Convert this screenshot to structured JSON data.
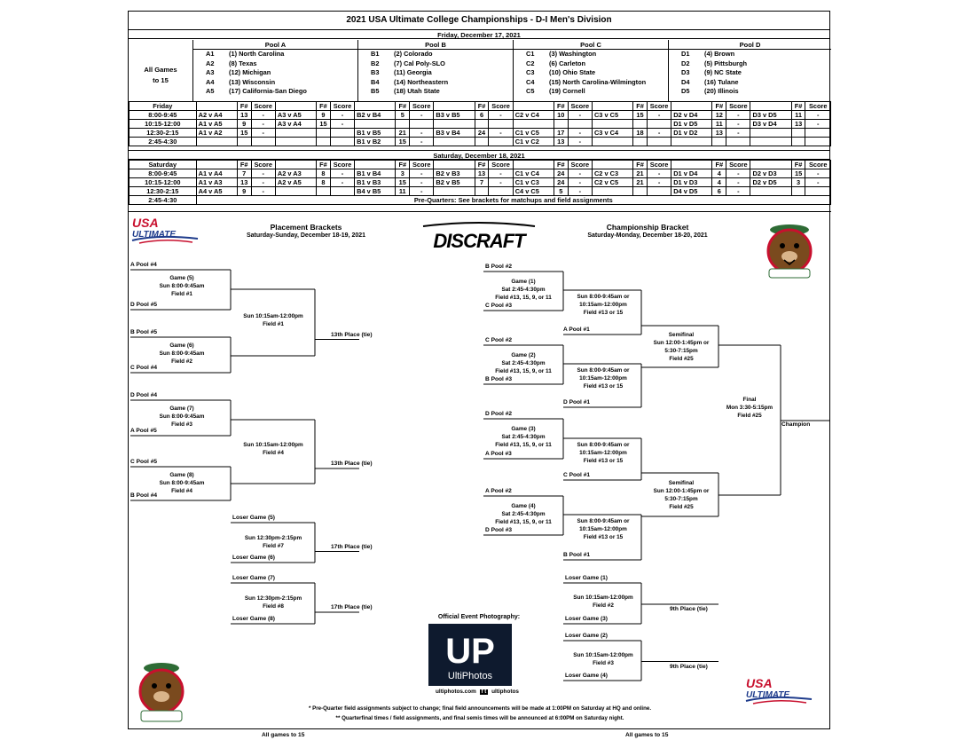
{
  "title": "2021 USA Ultimate College Championships - D-I Men's Division",
  "friday_band": "Friday, December 17, 2021",
  "saturday_band": "Saturday, December 18, 2021",
  "all_games_label": [
    "All Games",
    "to 15"
  ],
  "pools": [
    {
      "name": "Pool A",
      "teams": [
        [
          "A1",
          "(1) North Carolina"
        ],
        [
          "A2",
          "(8) Texas"
        ],
        [
          "A3",
          "(12) Michigan"
        ],
        [
          "A4",
          "(13) Wisconsin"
        ],
        [
          "A5",
          "(17) California-San Diego"
        ]
      ]
    },
    {
      "name": "Pool B",
      "teams": [
        [
          "B1",
          "(2) Colorado"
        ],
        [
          "B2",
          "(7) Cal Poly-SLO"
        ],
        [
          "B3",
          "(11) Georgia"
        ],
        [
          "B4",
          "(14) Northeastern"
        ],
        [
          "B5",
          "(18) Utah State"
        ]
      ]
    },
    {
      "name": "Pool C",
      "teams": [
        [
          "C1",
          "(3) Washington"
        ],
        [
          "C2",
          "(6) Carleton"
        ],
        [
          "C3",
          "(10) Ohio State"
        ],
        [
          "C4",
          "(15) North Carolina-Wilmington"
        ],
        [
          "C5",
          "(19) Cornell"
        ]
      ]
    },
    {
      "name": "Pool D",
      "teams": [
        [
          "D1",
          "(4) Brown"
        ],
        [
          "D2",
          "(5) Pittsburgh"
        ],
        [
          "D3",
          "(9) NC State"
        ],
        [
          "D4",
          "(16) Tulane"
        ],
        [
          "D5",
          "(20) Illinois"
        ]
      ]
    }
  ],
  "friday_header": [
    "Friday",
    "",
    "F#",
    "Score",
    "",
    "F#",
    "Score",
    "",
    "F#",
    "Score",
    "",
    "F#",
    "Score",
    "",
    "F#",
    "Score",
    "",
    "F#",
    "Score",
    "",
    "F#",
    "Score",
    "",
    "F#",
    "Score"
  ],
  "friday_rows": [
    [
      "8:00-9:45",
      "A2 v A4",
      "13",
      "-",
      "A3 v A5",
      "9",
      "-",
      "B2 v B4",
      "5",
      "-",
      "B3 v B5",
      "6",
      "-",
      "C2 v C4",
      "10",
      "-",
      "C3 v C5",
      "15",
      "-",
      "D2 v D4",
      "12",
      "-",
      "D3 v D5",
      "11",
      "-"
    ],
    [
      "10:15-12:00",
      "A1 v A5",
      "9",
      "-",
      "A3 v A4",
      "15",
      "-",
      "",
      "",
      "",
      "",
      "",
      "",
      "",
      "",
      "",
      "",
      "",
      "",
      "D1 v D5",
      "11",
      "-",
      "D3 v D4",
      "13",
      "-"
    ],
    [
      "12:30-2:15",
      "A1 v A2",
      "15",
      "-",
      "",
      "",
      "",
      "B1 v B5",
      "21",
      "-",
      "B3 v B4",
      "24",
      "-",
      "C1 v C5",
      "17",
      "-",
      "C3 v C4",
      "18",
      "-",
      "D1 v D2",
      "13",
      "-",
      "",
      "",
      ""
    ],
    [
      "2:45-4:30",
      "",
      "",
      "",
      "",
      "",
      "",
      "B1 v B2",
      "15",
      "-",
      "",
      "",
      "",
      "C1 v C2",
      "13",
      "-",
      "",
      "",
      "",
      "",
      "",
      "",
      "",
      "",
      ""
    ]
  ],
  "saturday_header": [
    "Saturday",
    "",
    "F#",
    "Score",
    "",
    "F#",
    "Score",
    "",
    "F#",
    "Score",
    "",
    "F#",
    "Score",
    "",
    "F#",
    "Score",
    "",
    "F#",
    "Score",
    "",
    "F#",
    "Score",
    "",
    "F#",
    "Score"
  ],
  "saturday_rows": [
    [
      "8:00-9:45",
      "A1 v A4",
      "7",
      "-",
      "A2 v A3",
      "8",
      "-",
      "B1 v B4",
      "3",
      "-",
      "B2 v B3",
      "13",
      "-",
      "C1 v C4",
      "24",
      "-",
      "C2 v C3",
      "21",
      "-",
      "D1 v D4",
      "4",
      "-",
      "D2 v D3",
      "15",
      "-"
    ],
    [
      "10:15-12:00",
      "A1 v A3",
      "13",
      "-",
      "A2 v A5",
      "8",
      "-",
      "B1 v B3",
      "15",
      "-",
      "B2 v B5",
      "7",
      "-",
      "C1 v C3",
      "24",
      "-",
      "C2 v C5",
      "21",
      "-",
      "D1 v D3",
      "4",
      "-",
      "D2 v D5",
      "3",
      "-"
    ],
    [
      "12:30-2:15",
      "A4 v A5",
      "9",
      "-",
      "",
      "",
      "",
      "B4 v B5",
      "11",
      "-",
      "",
      "",
      "",
      "C4 v C5",
      "5",
      "-",
      "",
      "",
      "",
      "D4 v D5",
      "6",
      "-",
      "",
      "",
      ""
    ]
  ],
  "prequarter_row": {
    "time": "2:45-4:30",
    "text": "Pre-Quarters: See brackets for matchups and field assignments"
  },
  "placement": {
    "title": "Placement Brackets",
    "dates": "Saturday-Sunday, December 18-19, 2021",
    "games": [
      {
        "top": "A Pool #4",
        "bottom": "D Pool #5",
        "lines": [
          "Game (5)",
          "Sun 8:00-9:45am",
          "Field #1"
        ]
      },
      {
        "top": "B Pool #5",
        "bottom": "C Pool #4",
        "lines": [
          "Game (6)",
          "Sun 8:00-9:45am",
          "Field #2"
        ]
      },
      {
        "top": "D Pool #4",
        "bottom": "A Pool #5",
        "lines": [
          "Game (7)",
          "Sun 8:00-9:45am",
          "Field #3"
        ]
      },
      {
        "top": "C Pool #5",
        "bottom": "B Pool #4",
        "lines": [
          "Game (8)",
          "Sun 8:00-9:45am",
          "Field #4"
        ]
      }
    ],
    "second_round": [
      {
        "lines": [
          "Sun 10:15am-12:00pm",
          "Field #1"
        ],
        "result": "13th Place (tie)"
      },
      {
        "lines": [
          "Sun 10:15am-12:00pm",
          "Field #4"
        ],
        "result": "13th Place (tie)"
      }
    ],
    "loser_games": [
      {
        "top": "Loser Game (5)",
        "bottom": "Loser Game (6)",
        "lines": [
          "Sun 12:30pm-2:15pm",
          "Field #7"
        ],
        "result": "17th Place (tie)"
      },
      {
        "top": "Loser Game (7)",
        "bottom": "Loser Game (8)",
        "lines": [
          "Sun 12:30pm-2:15pm",
          "Field #8"
        ],
        "result": "17th Place (tie)"
      }
    ]
  },
  "championship": {
    "title": "Championship Bracket",
    "dates": "Saturday-Monday, December 18-20, 2021",
    "games": [
      {
        "top": "B Pool #2",
        "bottom": "C Pool #3",
        "lines": [
          "Game (1)",
          "Sat 2:45-4:30pm",
          "Field #13, 15, 9, or 11"
        ],
        "bye": "A Pool #1"
      },
      {
        "top": "C Pool #2",
        "bottom": "B Pool #3",
        "lines": [
          "Game (2)",
          "Sat 2:45-4:30pm",
          "Field #13, 15, 9, or 11"
        ],
        "bye": "D Pool #1"
      },
      {
        "top": "D Pool #2",
        "bottom": "A Pool #3",
        "lines": [
          "Game (3)",
          "Sat 2:45-4:30pm",
          "Field #13, 15, 9, or 11"
        ],
        "bye": "C Pool #1"
      },
      {
        "top": "A Pool #2",
        "bottom": "D Pool #3",
        "lines": [
          "Game (4)",
          "Sat 2:45-4:30pm",
          "Field #13, 15, 9, or 11"
        ],
        "bye": "B Pool #1"
      }
    ],
    "quarter_lines": [
      "Sun 8:00-9:45am or",
      "10:15am-12:00pm",
      "Field #13 or 15"
    ],
    "semi_lines": [
      "Semifinal",
      "Sun 12:00-1:45pm or",
      "5:30-7:15pm",
      "Field #25"
    ],
    "final_lines": [
      "Final",
      "Mon 3:30-5:15pm",
      "Field #25"
    ],
    "champion": "Champion",
    "ninth": [
      {
        "top": "Loser Game (1)",
        "bottom": "Loser Game (3)",
        "lines": [
          "Sun 10:15am-12:00pm",
          "Field #2"
        ],
        "result": "9th Place (tie)"
      },
      {
        "top": "Loser Game (2)",
        "bottom": "Loser Game (4)",
        "lines": [
          "Sun 10:15am-12:00pm",
          "Field #3"
        ],
        "result": "9th Place (tie)"
      }
    ]
  },
  "logos": {
    "usa_ultimate": [
      "USA",
      "ULTIMATE"
    ],
    "discraft": "DISCRAFT",
    "ultiphotos": "UltiPhotos",
    "ultiphotos_mark": "UP"
  },
  "photography": {
    "heading": "Official Event Photography:",
    "site": "ultiphotos.com",
    "social": "ultiphotos"
  },
  "notes": [
    "* Pre-Quarter field assignments subject to change; final field announcements will be made at 1:00PM on Saturday at HQ and online.",
    "** Quarterfinal times / field assignments, and final semis times will be announced at 6:00PM on Saturday night."
  ],
  "footer": {
    "left": "All games to 15",
    "right": "All games to 15"
  },
  "colors": {
    "usa_red": "#c8102e",
    "usa_blue": "#1f3c8c",
    "bear_green": "#2e6b35",
    "bear_brown": "#7a4a1e"
  }
}
